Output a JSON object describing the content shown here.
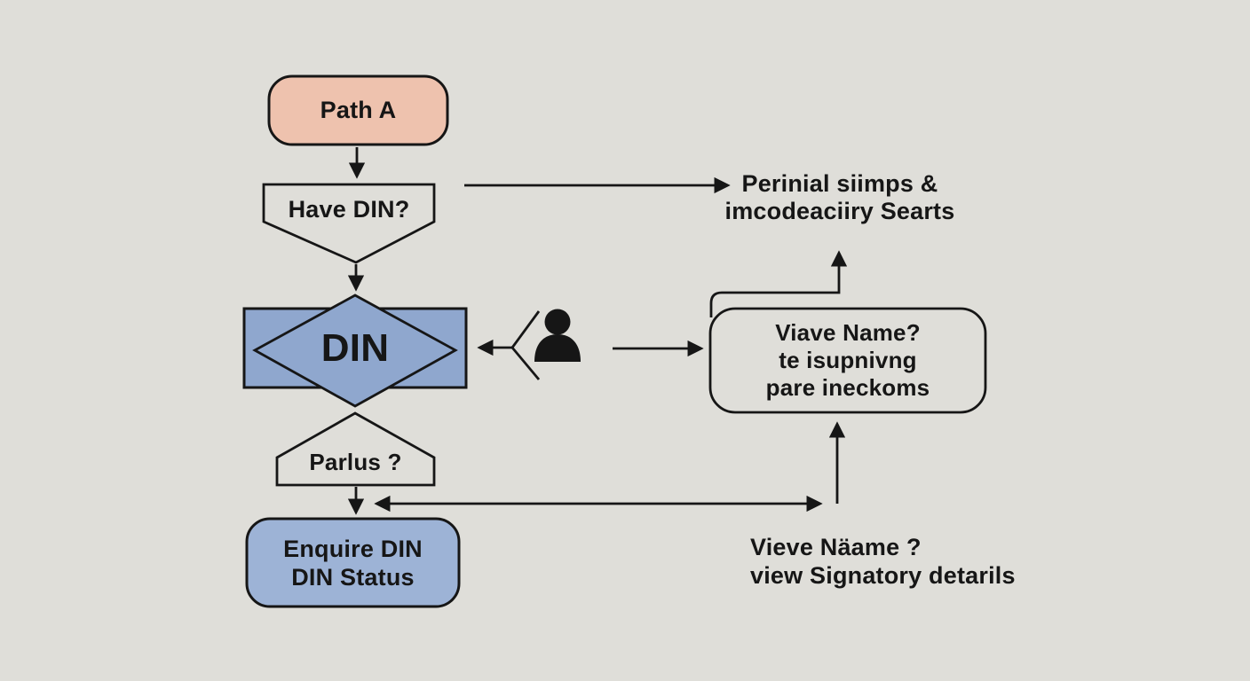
{
  "colors": {
    "background": "#dfded9",
    "node_salmon": "#eec2ae",
    "node_blue": "#8fa7ce",
    "node_blue_light": "#9db3d6",
    "line": "#161616"
  },
  "nodes": {
    "path_a": {
      "label": "Path A"
    },
    "have_din": {
      "label": "Have DIN?"
    },
    "din": {
      "label": "DIN"
    },
    "parlus": {
      "label": "Parlus ?"
    },
    "enquire": {
      "line1": "Enquire DIN",
      "line2": "DIN Status"
    },
    "viave": {
      "line1": "Viave Name?",
      "line2": "te isupnivng",
      "line3": "pare ineckoms"
    }
  },
  "annotations": {
    "top_right": {
      "line1": "Perinial siimps &",
      "line2": "imcodeaciiry Searts"
    },
    "bottom_right": {
      "line1": "Vieve Näame ?",
      "line2": "view Signatory detarils"
    }
  },
  "icons": {
    "person": "person-icon"
  }
}
